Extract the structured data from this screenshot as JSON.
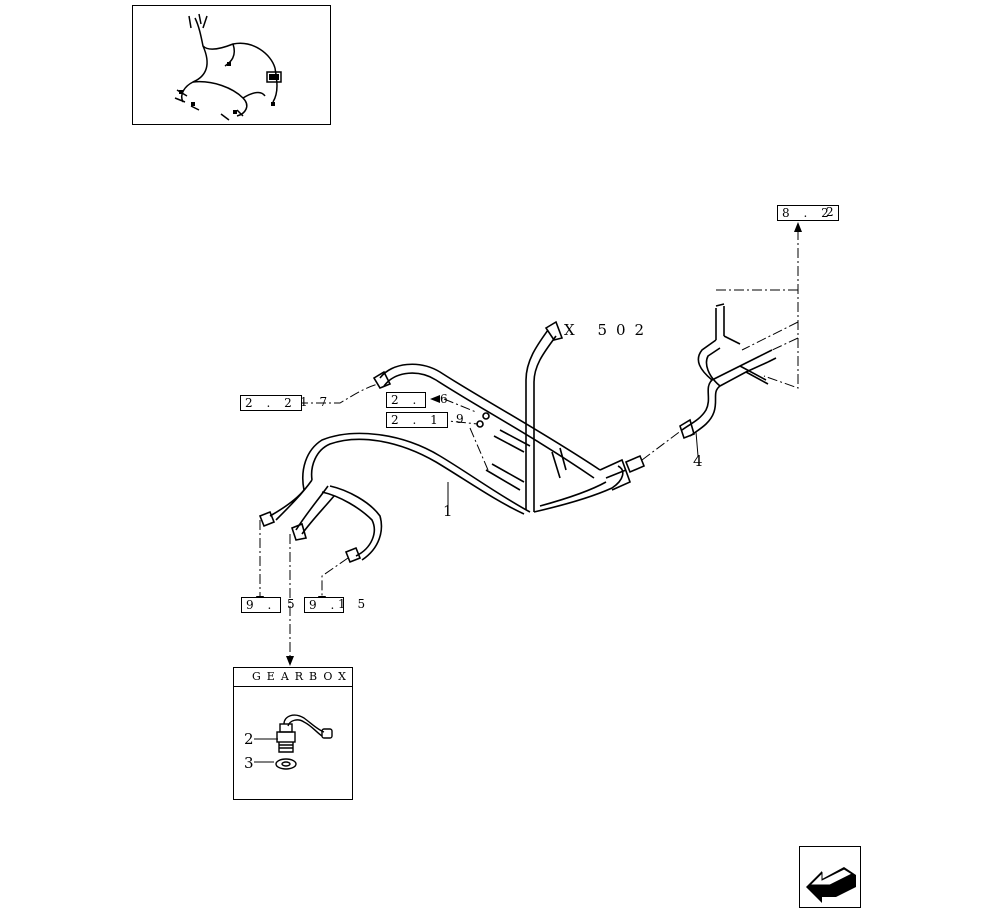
{
  "diagram": {
    "connector_code": "X 502",
    "item_numbers": [
      "1",
      "2",
      "3",
      "4"
    ],
    "reference_boxes": [
      {
        "box": "8 . 2",
        "tail": "2"
      },
      {
        "box": "2 . 2",
        "tail": "1 7"
      },
      {
        "box": "2 .",
        "tail": "6"
      },
      {
        "box": "2 . 1",
        "tail": "9"
      },
      {
        "box": "9 .",
        "tail": "5"
      },
      {
        "box": "9 .",
        "tail": "1 5"
      }
    ],
    "gearbox_title": "GEARBOX",
    "gearbox_items": [
      "2",
      "3"
    ]
  },
  "icons": {
    "thumbnail": "harness-overview-thumbnail",
    "nav": "previous-page-arrow-icon"
  }
}
